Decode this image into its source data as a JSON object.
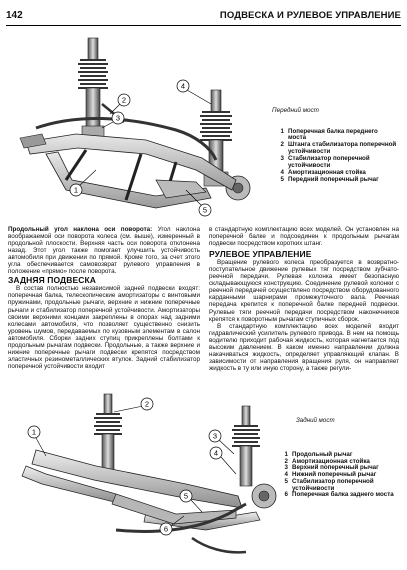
{
  "header": {
    "page_number": "142",
    "title": "ПОДВЕСКА И РУЛЕВОЕ УПРАВЛЕНИЕ"
  },
  "front_figure": {
    "callouts": [
      "1",
      "2",
      "3",
      "4",
      "5"
    ],
    "caption": "Передний мост",
    "legend": [
      {
        "n": "1",
        "text": "Поперечная балка переднего моста"
      },
      {
        "n": "2",
        "text": "Штанга стабилизатора поперечной устойчивости"
      },
      {
        "n": "3",
        "text": "Стабилизатор поперечной устойчивости"
      },
      {
        "n": "4",
        "text": "Амортизационная стойка"
      },
      {
        "n": "5",
        "text": "Передний поперечный рычаг"
      }
    ]
  },
  "left_column": {
    "intro_bold": "Продольный угол наклона оси поворота:",
    "intro_text": " Угол наклона вообра­жаемой оси поворота колеса (см. выше), измерен­ный в продольной плоскости. Верхняя часть оси поворота отклонена назад. Этот угол также помогает улучшить устойчивость автомобиля при движении по прямой. Кроме того, за счет этого угла обеспечивается самовозврат рулевого управления в положение «прямо» после поворота.",
    "heading": "ЗАДНЯЯ ПОДВЕСКА",
    "body": "В состав полностью независимой задней подвески входят: поперечная балка, телескопические амортизаторы с винтовыми пружинами, продольные рычаги, верхние и нижние поперечные рычаги и стабилизатор поперечной устойчивости. Амортизаторы своими верхними концами закреплены в опорах над задними колесами автомобиля, что позволяет существенно снизить уровень шумов, передаваемых по кузовным элементам в салон автомобиля. Сборки задних ступиц прикреплены болтами к продольным рычагам подвески. Продольные, а также верхние и нижние поперечные рычаги подвески крепятся посредством эластичных резинометаллических втулок. Задний стабилизатор поперечной устойчивости входит"
  },
  "right_column": {
    "continuation": "в стандартную комплектацию всех моделей. Он установлен на поперечной балке и подсоединен к продольным рычагам подвески посредством коротких штанг.",
    "heading": "РУЛЕВОЕ УПРАВЛЕНИЕ",
    "para1": "Вращение рулевого колеса преобразуется в возвратно­поступательное движение рулевых тяг посредством зубчато­реечной передачи. Рулевая колонка имеет безопасную складывающуюся конструкцию. Соединение рулевой колонки с реечной передачей осуществлено посредством оборудован­ного карданными шарнирами промежуточного вала. Реечная передача крепится к поперечной балке передней подвески. Рулевые тяги реечной передачи посредством наконечников крепятся к поворотным рычагам ступичных сборок.",
    "para2": "В стандартную комплектацию всех моделей входит гидравлический усилитель рулевого привода. В нем на помощь водителю приходит рабочая жидкость, которая нагнетается под высоким давлением. В каком именно направлении должна накачиваться жидкость, определяет управляющий клапан. В зависимости от направления вращения руля, он направляет жидкость в ту или иную сторону, а также регули-"
  },
  "rear_figure": {
    "callouts": [
      "1",
      "2",
      "3",
      "4",
      "5",
      "6"
    ],
    "caption": "Задний мост",
    "legend": [
      {
        "n": "1",
        "text": "Продольный рычаг"
      },
      {
        "n": "2",
        "text": "Амортизационная стойка"
      },
      {
        "n": "3",
        "text": "Верхний поперечный рычаг"
      },
      {
        "n": "4",
        "text": "Нижний поперечный рычаг"
      },
      {
        "n": "5",
        "text": "Стабилизатор поперечной устойчивости"
      },
      {
        "n": "6",
        "text": "Поперечная балка заднего моста"
      }
    ]
  }
}
